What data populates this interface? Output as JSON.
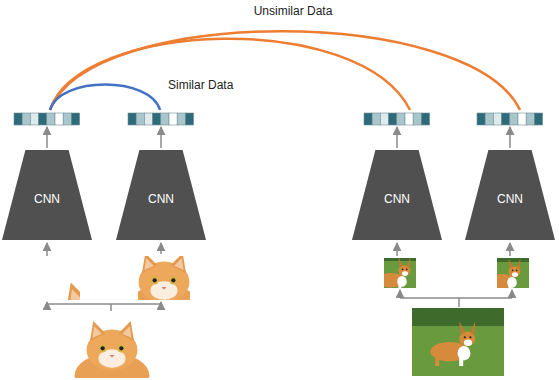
{
  "diagram": {
    "nodes": [
      {
        "text": [
          "CNN"
        ]
      },
      {
        "text": [
          "CNN"
        ]
      },
      {
        "text": [
          "CNN"
        ]
      },
      {
        "text": [
          "CNN"
        ]
      }
    ],
    "labels": [
      "Unsimilar Data",
      "Similar Data"
    ]
  }
}
